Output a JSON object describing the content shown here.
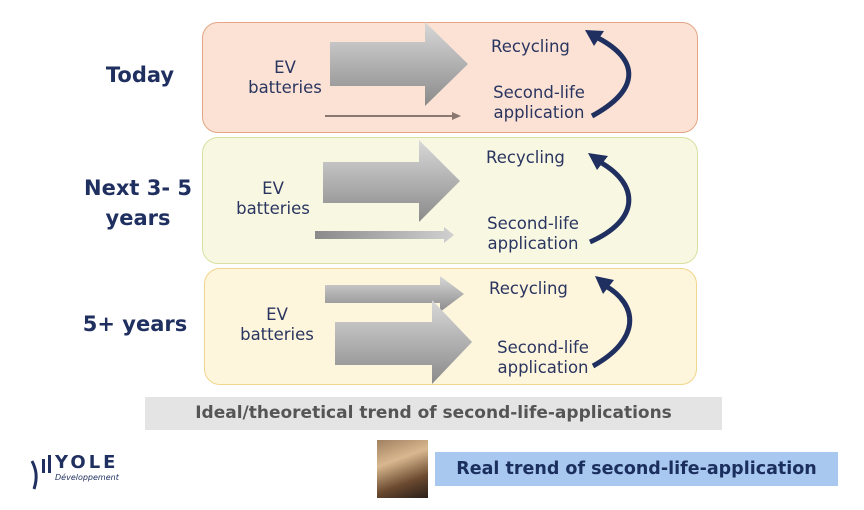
{
  "rows": [
    {
      "period": "Today",
      "source": [
        "EV",
        "batteries"
      ],
      "recycling": "Recycling",
      "second_life": [
        "Second-life",
        "application"
      ]
    },
    {
      "period": "Next 3-5 years",
      "period_lines": [
        "Next 3- 5",
        "years"
      ],
      "source": [
        "EV",
        "batteries"
      ],
      "recycling": "Recycling",
      "second_life": [
        "Second-life",
        "application"
      ]
    },
    {
      "period": "5+ years",
      "source": [
        "EV",
        "batteries"
      ],
      "recycling": "Recycling",
      "second_life": [
        "Second-life",
        "application"
      ]
    }
  ],
  "ideal_caption": "Ideal/theoretical trend of second-life-applications",
  "real_caption": "Real trend of second-life-application",
  "logo": {
    "name": "YOLE",
    "sub": "Développement"
  },
  "colors": {
    "navy": "#1f2f5f",
    "row1": "#fbe2d5",
    "row2": "#f8f8e2",
    "row3": "#fdf5dc",
    "real_bg": "#a9c8ef"
  }
}
